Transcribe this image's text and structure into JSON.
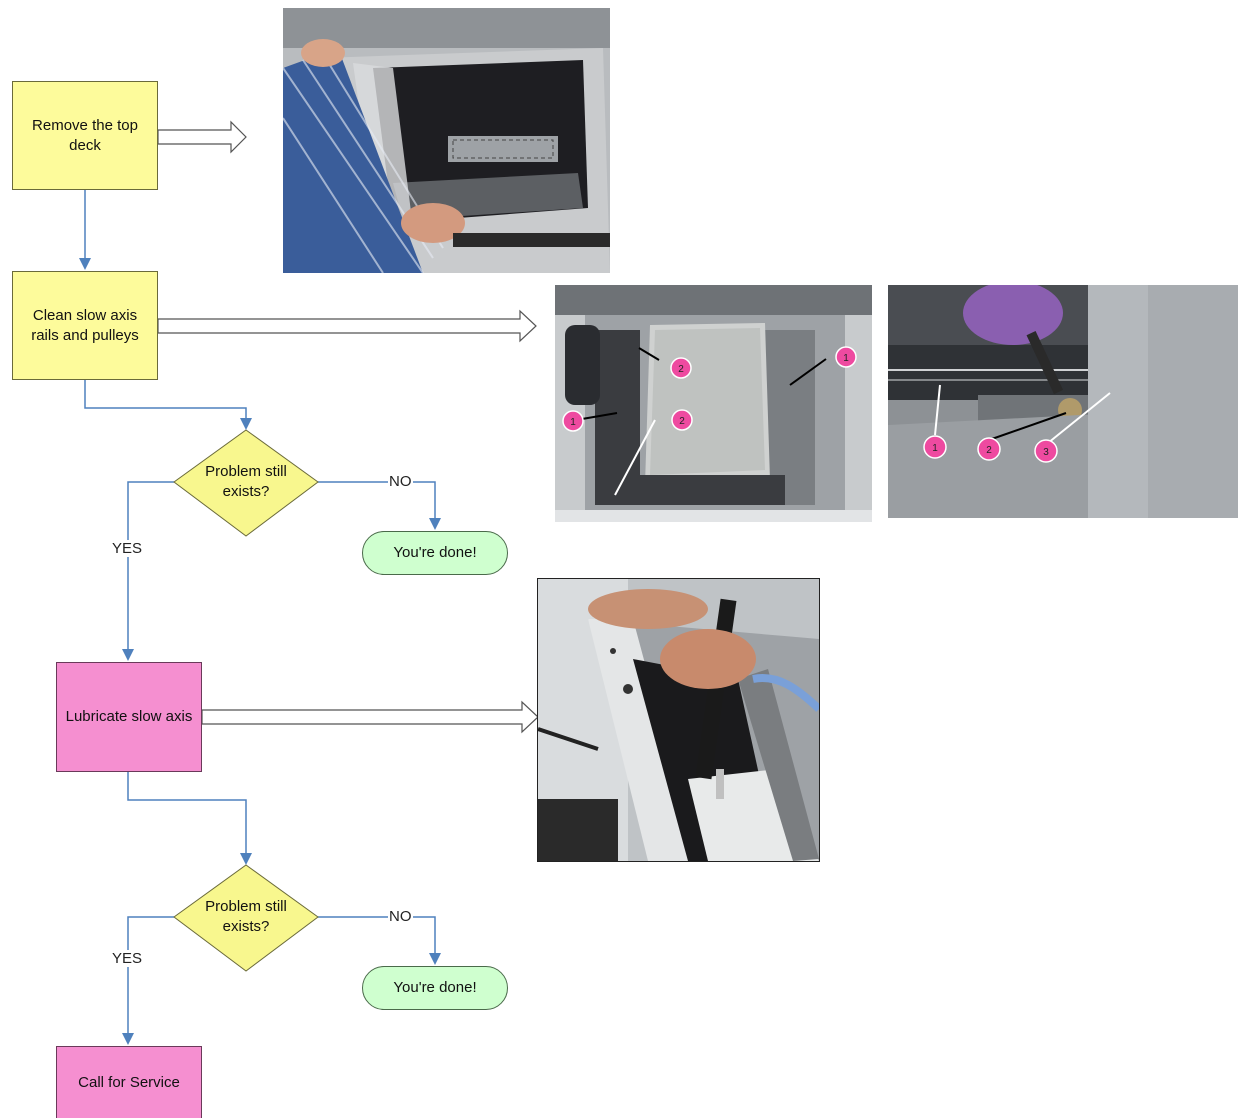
{
  "steps": {
    "remove_deck": "Remove the top deck",
    "clean_rails": "Clean slow axis rails and pulleys",
    "lubricate": "Lubricate slow axis",
    "call_service": "Call for Service"
  },
  "decisions": {
    "first": "Problem still exists?",
    "second": "Problem still exists?"
  },
  "terminals": {
    "done1": "You're done!",
    "done2": "You're done!"
  },
  "edge_labels": {
    "no1": "NO",
    "yes1": "YES",
    "no2": "NO",
    "yes2": "YES"
  },
  "photo_callouts": {
    "rails_photo": [
      "2",
      "1",
      "2",
      "1"
    ],
    "pulley_photo": [
      "1",
      "2",
      "3"
    ]
  },
  "colors": {
    "step_yellow": "#fdfb9b",
    "step_pink": "#f58fd0",
    "decision": "#f8f78e",
    "terminal": "#cfffcf",
    "connector": "#4f81bd",
    "callout": "#ee4aa0"
  }
}
